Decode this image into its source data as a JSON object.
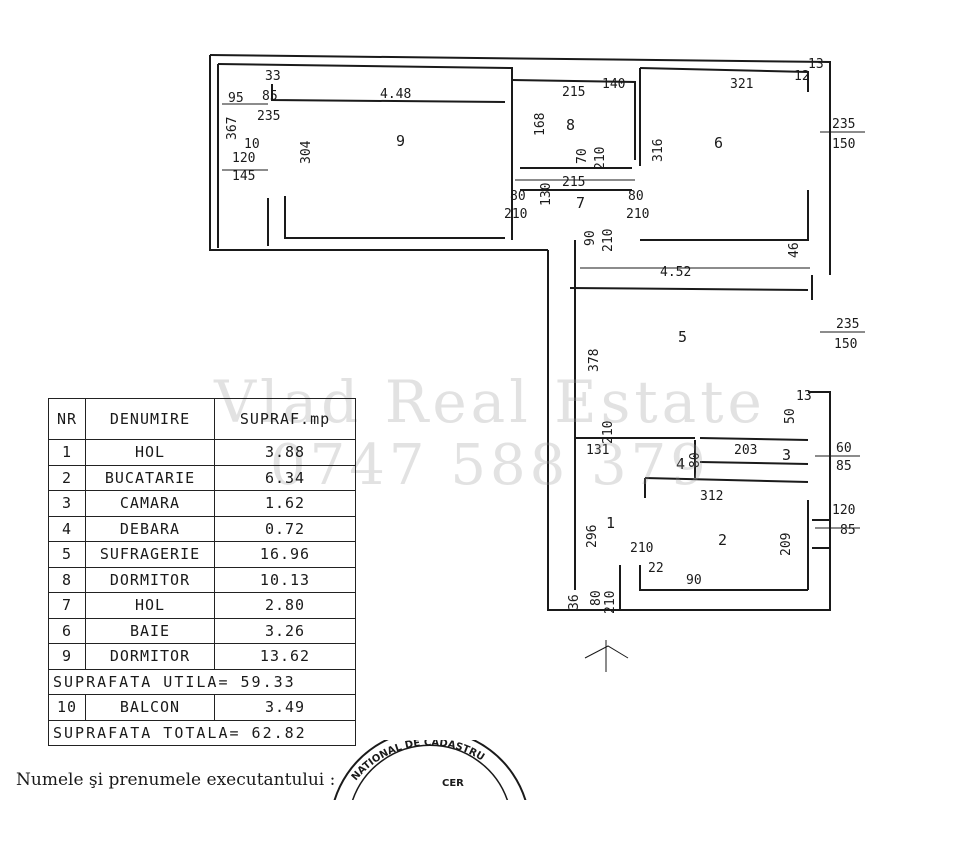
{
  "watermark": {
    "line1": "Vlad Real Estate",
    "line2": "0747 588 379"
  },
  "legend": {
    "headers": {
      "nr": "NR",
      "name": "DENUMIRE",
      "area": "SUPRAF.mp"
    },
    "rows": [
      {
        "nr": "1",
        "name": "HOL",
        "area": "3.88"
      },
      {
        "nr": "2",
        "name": "BUCATARIE",
        "area": "6.34"
      },
      {
        "nr": "3",
        "name": "CAMARA",
        "area": "1.62"
      },
      {
        "nr": "4",
        "name": "DEBARA",
        "area": "0.72"
      },
      {
        "nr": "5",
        "name": "SUFRAGERIE",
        "area": "16.96"
      },
      {
        "nr": "8",
        "name": "DORMITOR",
        "area": "10.13"
      },
      {
        "nr": "7",
        "name": "HOL",
        "area": "2.80"
      },
      {
        "nr": "6",
        "name": "BAIE",
        "area": "3.26"
      },
      {
        "nr": "9",
        "name": "DORMITOR",
        "area": "13.62"
      }
    ],
    "utila": "SUPRAFATA UTILA= 59.33",
    "balcony": {
      "nr": "10",
      "name": "BALCON",
      "area": "3.49"
    },
    "totala": "SUPRAFATA TOTALA= 62.82"
  },
  "executant_label": "Numele şi prenumele executantului :",
  "stamp_text": {
    "line1": "NATIONAL DE CADASTRU",
    "line2": "CER"
  },
  "plan": {
    "rooms": {
      "r1": "1",
      "r2": "2",
      "r3": "3",
      "r4": "4",
      "r5": "5",
      "r6": "6",
      "r7": "7",
      "r8": "8",
      "r9": "9"
    },
    "dims": {
      "d_448": "4.48",
      "d_95": "95",
      "d_85a": "85",
      "d_235a": "235",
      "d_367": "367",
      "d_10": "10",
      "d_120a": "120",
      "d_145": "145",
      "d_304": "304",
      "d_33": "33",
      "d_215a": "215",
      "d_140": "140",
      "d_168": "168",
      "d_321": "321",
      "d_316": "316",
      "d_13a": "13",
      "d_12a": "12",
      "d_70": "70",
      "d_210a": "210",
      "d_215b": "215",
      "d_80a": "80",
      "d_80b": "80",
      "d_210b": "210",
      "d_210c": "210",
      "d_130": "130",
      "d_90": "90",
      "d_210d": "210",
      "d_452": "4.52",
      "d_46": "46",
      "d_235b": "235",
      "d_150a": "150",
      "d_235c": "235",
      "d_150b": "150",
      "d_378": "378",
      "d_131": "131",
      "d_203": "203",
      "d_60": "60",
      "d_85b": "85",
      "d_312": "312",
      "d_120b": "120",
      "d_85c": "85",
      "d_296": "296",
      "d_209": "209",
      "d_210e": "210",
      "d_22": "22",
      "d_90b": "90",
      "d_80c": "80",
      "d_210f": "210",
      "d_50": "50",
      "d_13b": "13",
      "d_80d": "80",
      "d_210g": "210",
      "d_36": "36"
    }
  }
}
